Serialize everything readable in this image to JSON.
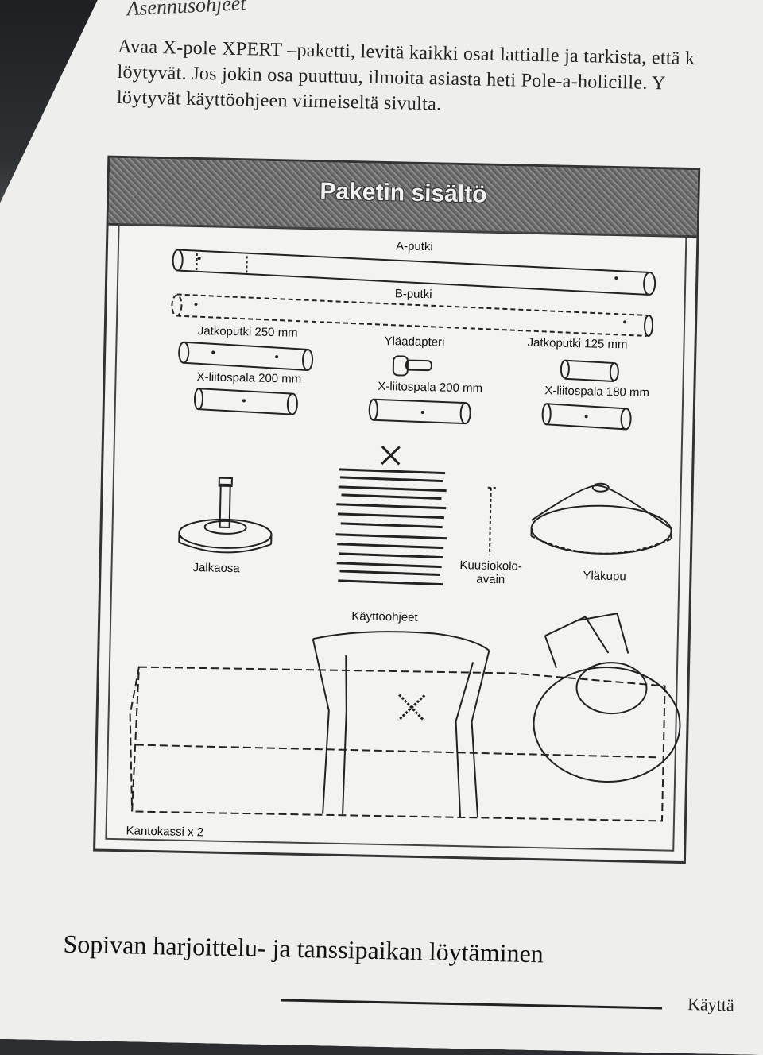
{
  "heading_top": "Asennusohjeet",
  "intro_lines": [
    "Avaa X-pole XPERT –paketti, levitä kaikki osat lattialle ja tarkista, että k",
    "löytyvät. Jos jokin osa puuttuu, ilmoita asiasta heti Pole-a-holicille. Y",
    "löytyvät käyttöohjeen viimeiseltä sivulta."
  ],
  "figure": {
    "title": "Paketin sisältö",
    "labels": {
      "a_putki": "A-putki",
      "b_putki": "B-putki",
      "jatkoputki_250": "Jatkoputki 250 mm",
      "ylaadapteri": "Yläadapteri",
      "jatkoputki_125": "Jatkoputki 125 mm",
      "x_liitospala_200_left": "X-liitospala 200 mm",
      "x_liitospala_200_mid": "X-liitospala 200 mm",
      "x_liitospala_180": "X-liitospala 180 mm",
      "jalkaosa": "Jalkaosa",
      "kayttoohjeet": "Käyttöohjeet",
      "kuusiokoloavain_1": "Kuusiokolo-",
      "kuusiokoloavain_2": "avain",
      "ylakupu": "Yläkupu",
      "kantokassi": "Kantokassi x 2"
    }
  },
  "bottom_heading": "Sopivan harjoittelu- ja tanssipaikan löytäminen",
  "footer_text": "Käyttä"
}
